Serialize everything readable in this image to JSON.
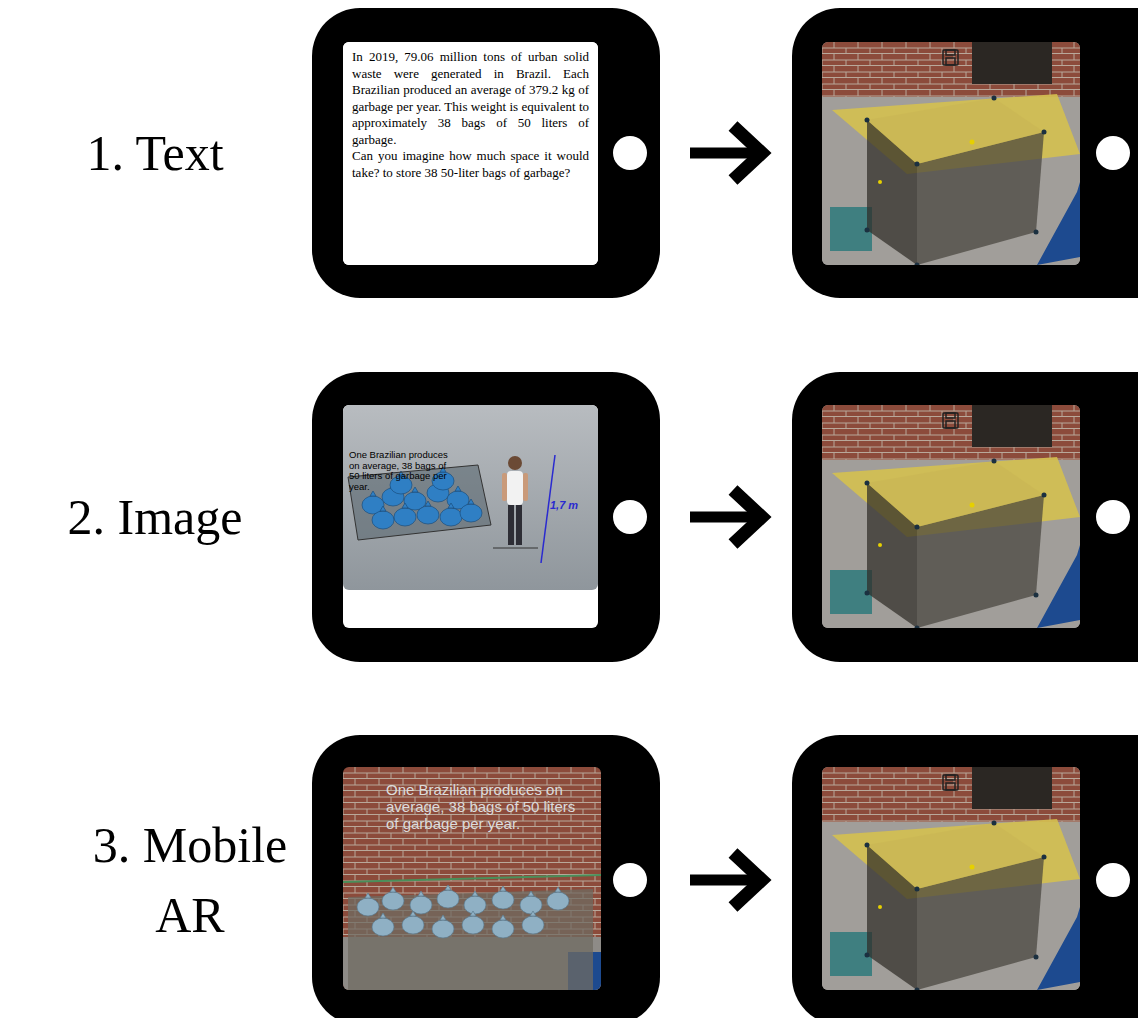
{
  "diagram": {
    "nodes": [
      {
        "text": [
          "In 2019, 79.06 million tons of urban solid waste were generated in Brazil. Each Brazilian produced an average of 379.2 kg of garbage per year. This weight is equivalent to approximately 38 bags of 50 liters of garbage.",
          "Can you imagine how much space it would take? to store 38 50-liter bags of garbage?"
        ]
      },
      {
        "text": [
          "One Brazilian produces on average, 38 bags of 50 liters of garbage per year.",
          "1,7 m"
        ]
      },
      {
        "text": [
          "One Brazilian produces on average, 38 bags of 50 liters of garbage per year."
        ]
      }
    ],
    "labels": [
      "1. Text",
      "2. Image",
      "3. Mobile AR"
    ]
  }
}
